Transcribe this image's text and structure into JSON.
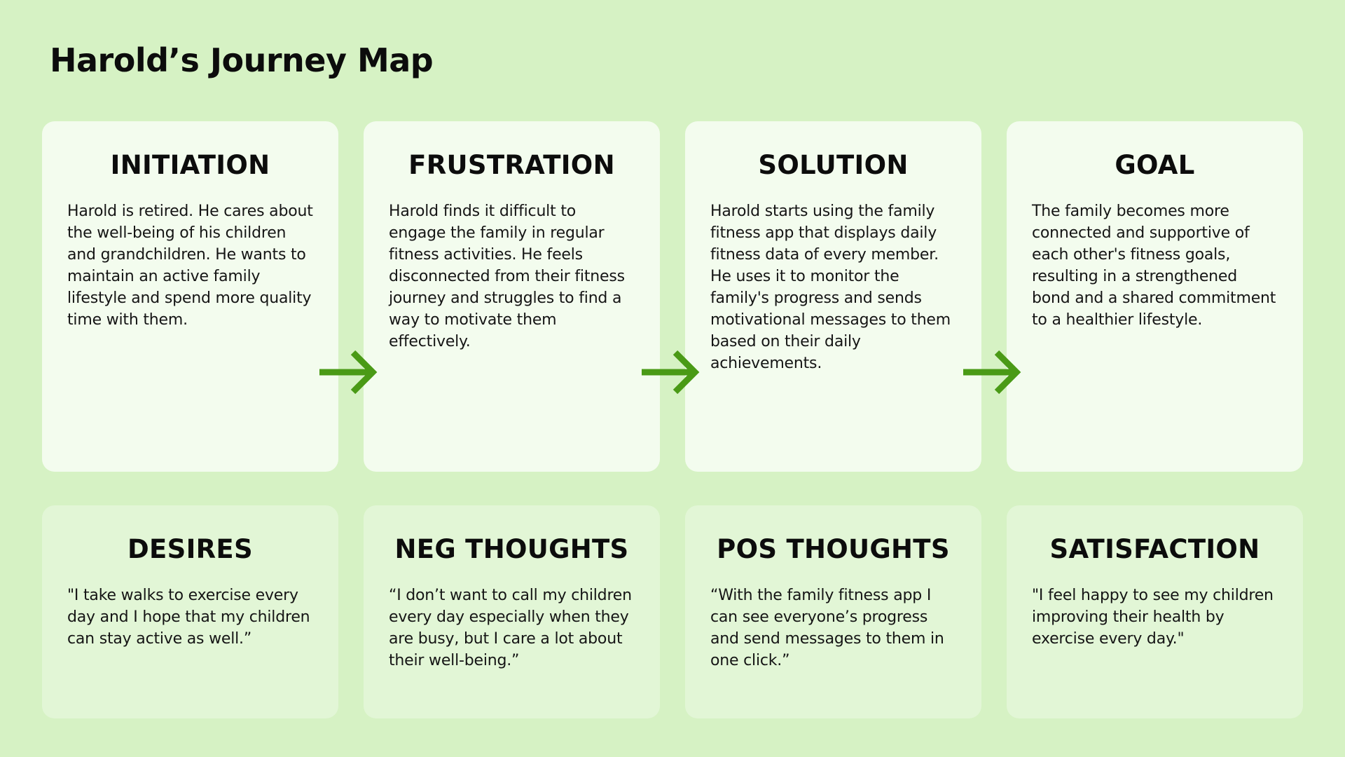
{
  "title": "Harold’s Journey Map",
  "colors": {
    "background": "#d6f2c4",
    "card_top": "#f3fcee",
    "card_bottom": "#e2f6d6",
    "arrow": "#4a9a16"
  },
  "stages": [
    {
      "title": "INITIATION",
      "text": "Harold is retired. He cares about the well-being of his children and grandchildren. He wants to maintain an active family lifestyle and spend more quality time with them."
    },
    {
      "title": "FRUSTRATION",
      "text": "Harold finds it difficult to engage the family in regular fitness activities. He feels disconnected from their fitness journey and struggles to find a way to motivate them effectively."
    },
    {
      "title": "SOLUTION",
      "text": "Harold starts using the family fitness app that displays daily fitness data of every member. He uses it to monitor the family's progress and sends motivational messages to them based on their daily achievements."
    },
    {
      "title": "GOAL",
      "text": "The family becomes more connected and supportive of each other's fitness goals, resulting in a strengthened bond and a shared commitment to a healthier lifestyle."
    }
  ],
  "emotions": [
    {
      "title": "DESIRES",
      "text": "\"I take walks to exercise every day and I hope that my children can stay active as well.”"
    },
    {
      "title": "NEG THOUGHTS",
      "text": "“I don’t want to call my children every day especially when they are busy, but I care a lot about their well-being.”"
    },
    {
      "title": "POS THOUGHTS",
      "text": "“With the family fitness app I can see everyone’s progress and send messages to them in one click.”"
    },
    {
      "title": "SATISFACTION",
      "text": "\"I feel happy to see my children improving their health by exercise every day.\""
    }
  ],
  "arrows": [
    {
      "from": "INITIATION",
      "to": "FRUSTRATION",
      "icon": "right-arrow-icon"
    },
    {
      "from": "FRUSTRATION",
      "to": "SOLUTION",
      "icon": "right-arrow-icon"
    },
    {
      "from": "SOLUTION",
      "to": "GOAL",
      "icon": "right-arrow-icon"
    }
  ]
}
